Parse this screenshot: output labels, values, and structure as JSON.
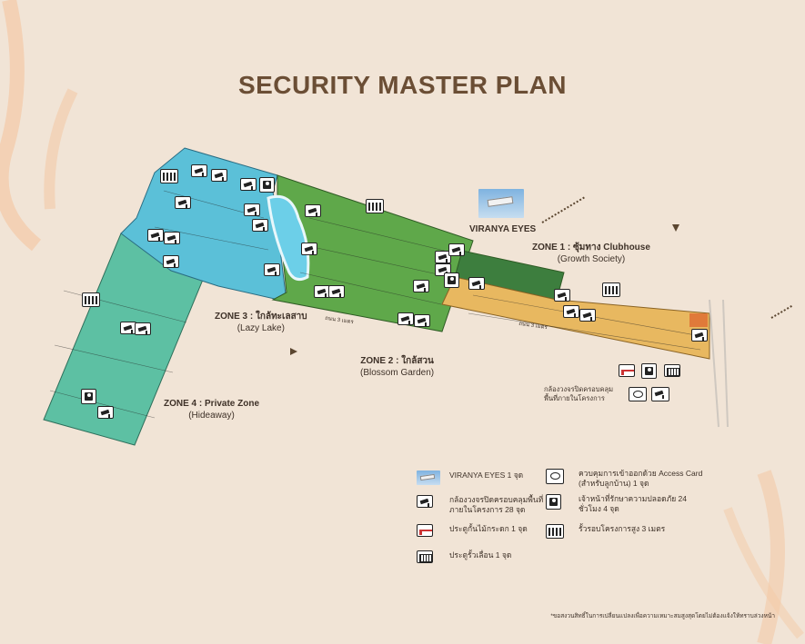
{
  "title": "SECURITY MASTER PLAN",
  "zones": [
    {
      "name": "ZONE 1 : ซุ้มทาง Clubhouse",
      "sub": "(Growth Society)"
    },
    {
      "name": "ZONE 2 : ใกล้สวน",
      "sub": "(Blossom Garden)"
    },
    {
      "name": "ZONE 3 : ใกล้ทะเลสาบ",
      "sub": "(Lazy Lake)"
    },
    {
      "name": "ZONE 4 : Private Zone",
      "sub": "(Hideaway)"
    }
  ],
  "viranya_eyes_label": "VIRANYA EYES",
  "inset_caption": "กล้องวงจรปิดครอบคลุมพื้นที่ภายในโครงการ",
  "road_labels": [
    "ถนน 3 เมตร",
    "ถนน 3 เมตร"
  ],
  "legend": [
    {
      "icon": "viranya-eyes-icon",
      "text": "VIRANYA EYES 1 จุด"
    },
    {
      "icon": "cctv-camera-icon",
      "text": "กล้องวงจรปิดครอบคลุมพื้นที่ภายในโครงการ 28 จุด"
    },
    {
      "icon": "barrier-gate-icon",
      "text": "ประตูกั้นไม้กระดก 1 จุด"
    },
    {
      "icon": "sliding-gate-icon",
      "text": "ประตูรั้วเลื่อน 1 จุด"
    },
    {
      "icon": "access-card-icon",
      "text": "ควบคุมการเข้าออกด้วย Access Card (สำหรับลูกบ้าน) 1 จุด"
    },
    {
      "icon": "security-guard-icon",
      "text": "เจ้าหน้าที่รักษาความปลอดภัย 24 ชั่วโมง 4 จุด"
    },
    {
      "icon": "fence-icon",
      "text": "รั้วรอบโครงการสูง 3 เมตร"
    }
  ],
  "footnote": "*ขอสงวนสิทธิ์ในการเปลี่ยนแปลงเพื่อความเหมาะสมสูงสุดโดยไม่ต้องแจ้งให้ทราบล่วงหน้า",
  "colors": {
    "background": "#f1e4d6",
    "zone1": "#e8b860",
    "zone2": "#5fa84a",
    "zone3": "#5bc0d8",
    "zone4": "#5dc0a3",
    "title": "#6b4e35"
  }
}
